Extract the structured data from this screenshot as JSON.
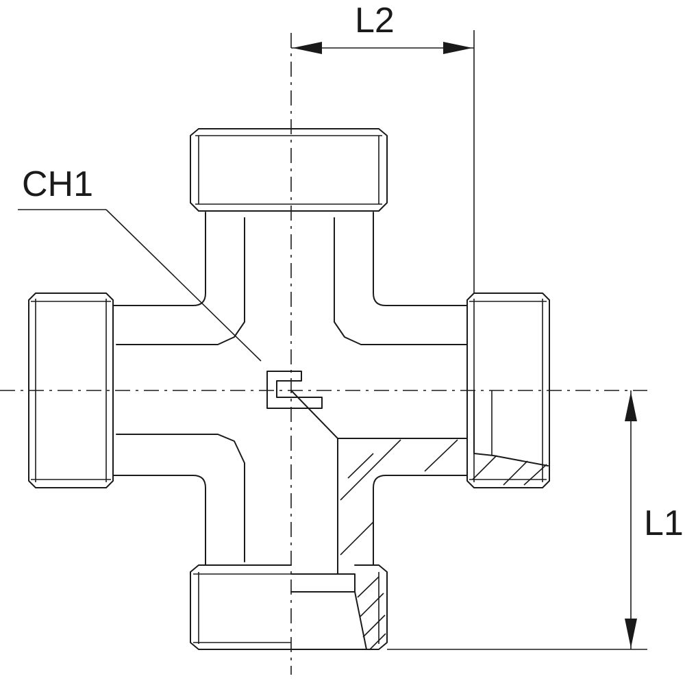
{
  "labels": {
    "l2": "L2",
    "ch1": "CH1",
    "l1": "L1"
  },
  "colors": {
    "line": "#1a1a1a",
    "background": "#ffffff"
  }
}
